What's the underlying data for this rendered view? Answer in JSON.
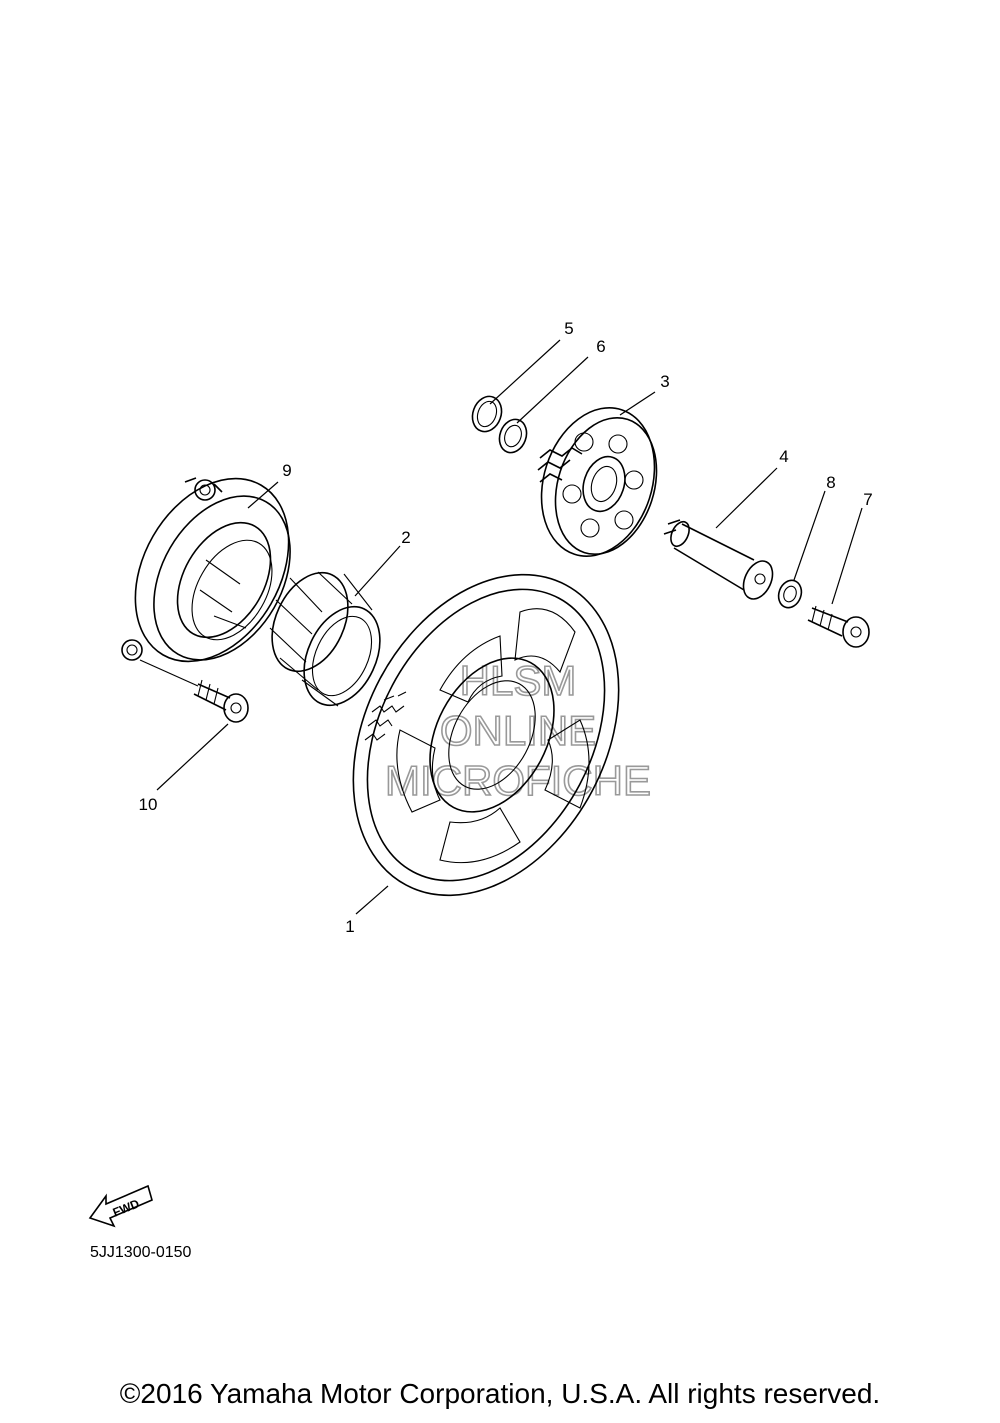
{
  "diagram": {
    "callouts": [
      "1",
      "2",
      "3",
      "4",
      "5",
      "6",
      "7",
      "8",
      "9",
      "10"
    ],
    "fwd_label": "FWD",
    "drawing_code": "5JJ1300-0150",
    "watermark": [
      "HLSM",
      "ONLINE",
      "MICROFICHE"
    ]
  },
  "footer": {
    "copyright": "©2016 Yamaha Motor Corporation, U.S.A. All rights reserved."
  }
}
